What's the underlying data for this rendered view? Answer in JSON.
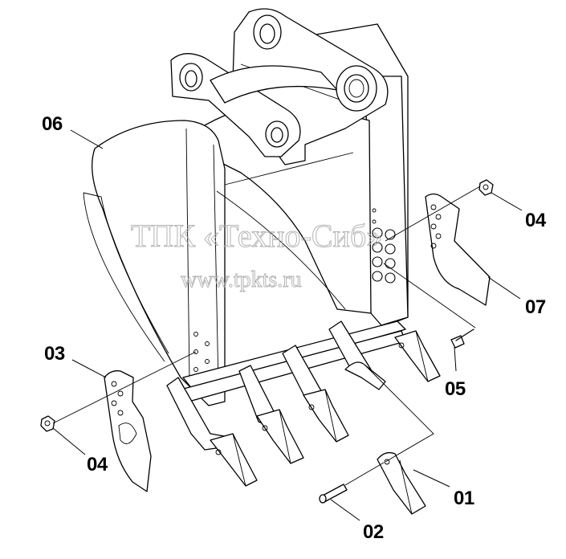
{
  "watermark": {
    "company": "ТПК «Техно-Сиб»",
    "website": "www.tpkts.ru"
  },
  "callouts": [
    {
      "id": "06",
      "label": "06"
    },
    {
      "id": "04-top",
      "label": "04"
    },
    {
      "id": "07",
      "label": "07"
    },
    {
      "id": "03",
      "label": "03"
    },
    {
      "id": "05",
      "label": "05"
    },
    {
      "id": "04-bottom",
      "label": "04"
    },
    {
      "id": "01",
      "label": "01"
    },
    {
      "id": "02",
      "label": "02"
    }
  ]
}
